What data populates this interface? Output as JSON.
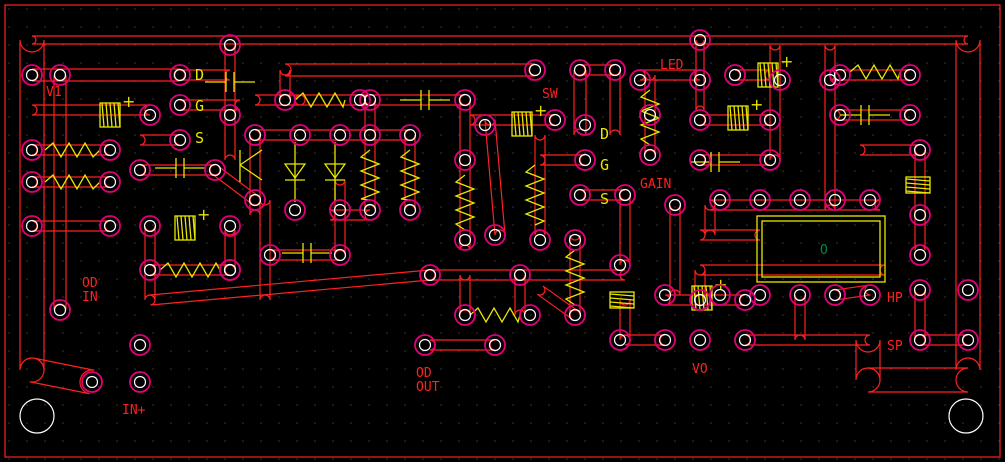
{
  "labels": {
    "v1": "V1",
    "od_in_1": "OD",
    "od_in_2": "IN",
    "in_plus": "IN+",
    "od_out_1": "OD",
    "od_out_2": "OUT",
    "sw": "SW",
    "led": "LED",
    "gain": "GAIN",
    "vo": "VO",
    "hp": "HP",
    "sp": "SP",
    "d1": "D",
    "g1": "G",
    "s1": "S",
    "d2": "D",
    "g2": "G",
    "s2": "S",
    "chip_mark": "O"
  },
  "colors": {
    "background": "#000000",
    "trace": "#ff2020",
    "pad": "#e0007a",
    "silkscreen": "#e8e800",
    "grid": "#3a3a3a",
    "mount_hole": "#ffffff"
  }
}
